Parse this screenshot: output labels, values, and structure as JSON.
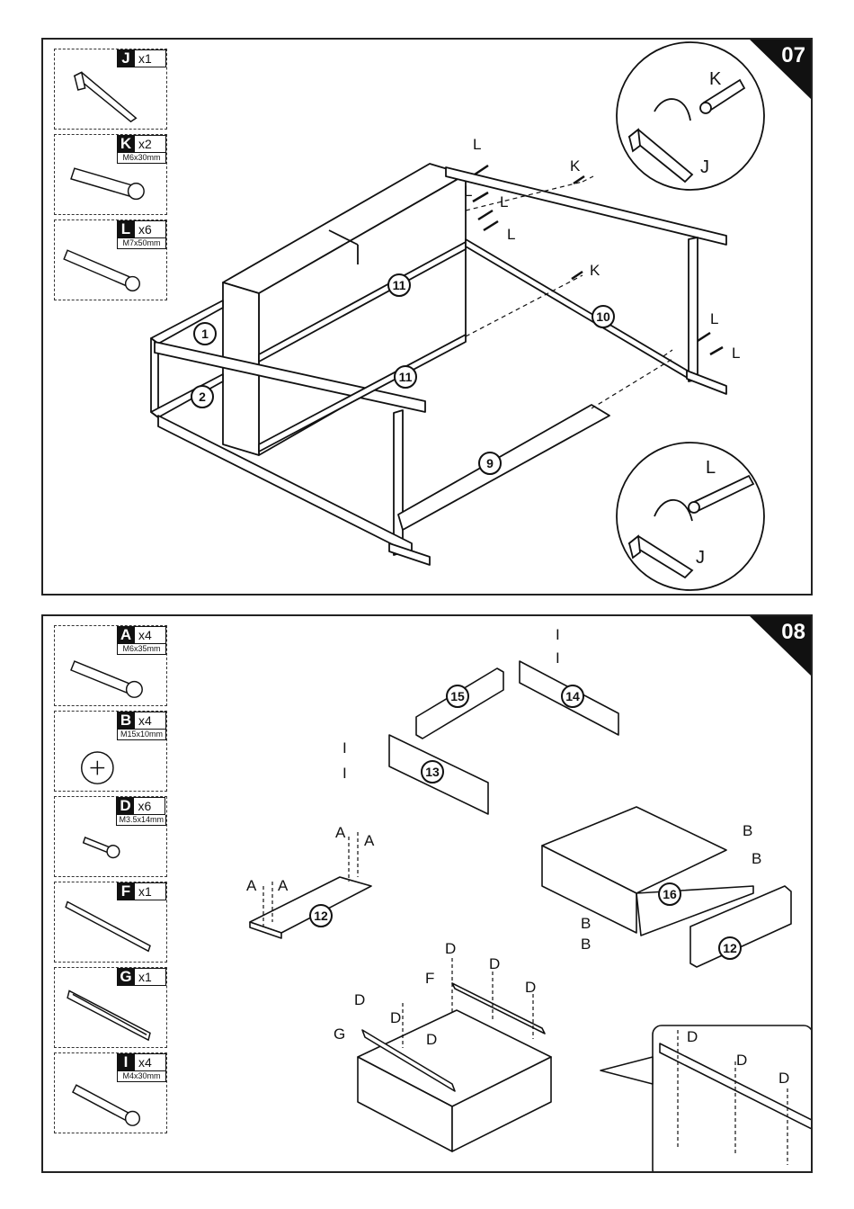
{
  "steps": [
    {
      "number": "07",
      "parts": [
        {
          "letter": "J",
          "qty": "x1",
          "size": "",
          "icon": "hex-key-icon"
        },
        {
          "letter": "K",
          "qty": "x2",
          "size": "M6x30mm",
          "icon": "bolt-icon"
        },
        {
          "letter": "L",
          "qty": "x6",
          "size": "M7x50mm",
          "icon": "screw-icon"
        }
      ],
      "panels": [
        "1",
        "2",
        "11",
        "11",
        "10",
        "9"
      ],
      "callouts": [
        "L",
        "L",
        "L",
        "L",
        "K",
        "K",
        "L",
        "L"
      ],
      "detail_top": [
        "K",
        "J"
      ],
      "detail_bottom": [
        "L",
        "J"
      ]
    },
    {
      "number": "08",
      "parts": [
        {
          "letter": "A",
          "qty": "x4",
          "size": "M6x35mm",
          "icon": "cam-bolt-icon"
        },
        {
          "letter": "B",
          "qty": "x4",
          "size": "M15x10mm",
          "icon": "cam-lock-icon"
        },
        {
          "letter": "D",
          "qty": "x6",
          "size": "M3.5x14mm",
          "icon": "small-screw-icon"
        },
        {
          "letter": "F",
          "qty": "x1",
          "size": "",
          "icon": "slide-rail-icon"
        },
        {
          "letter": "G",
          "qty": "x1",
          "size": "",
          "icon": "slide-runner-icon"
        },
        {
          "letter": "I",
          "qty": "x4",
          "size": "M4x30mm",
          "icon": "wood-screw-icon"
        }
      ],
      "panels": [
        "15",
        "14",
        "13",
        "12",
        "16",
        "12"
      ],
      "callouts": [
        "I",
        "I",
        "I",
        "I",
        "A",
        "A",
        "A",
        "A",
        "B",
        "B",
        "B",
        "B",
        "D",
        "D",
        "D",
        "D",
        "D",
        "D",
        "F",
        "G",
        "D",
        "D",
        "D"
      ]
    }
  ]
}
